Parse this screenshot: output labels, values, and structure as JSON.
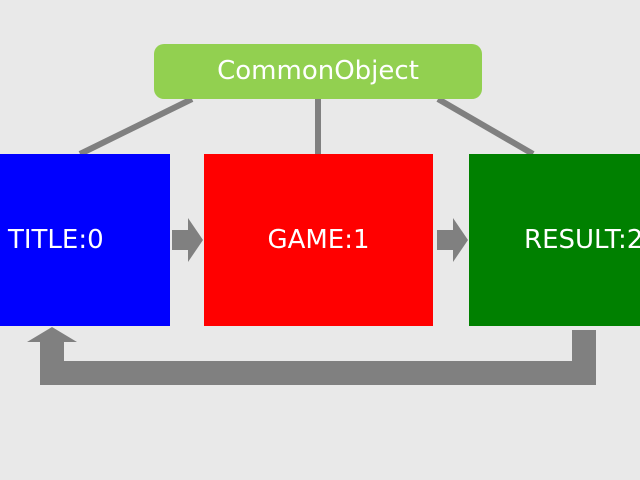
{
  "common": {
    "label": "CommonObject",
    "color": "#92d050"
  },
  "scenes": [
    {
      "label": "TITLE:0",
      "color": "#0000ff"
    },
    {
      "label": "GAME:1",
      "color": "#ff0000"
    },
    {
      "label": "RESULT:2",
      "color": "#008000"
    }
  ],
  "connector_color": "#808080",
  "background_color": "#e9e9e9"
}
